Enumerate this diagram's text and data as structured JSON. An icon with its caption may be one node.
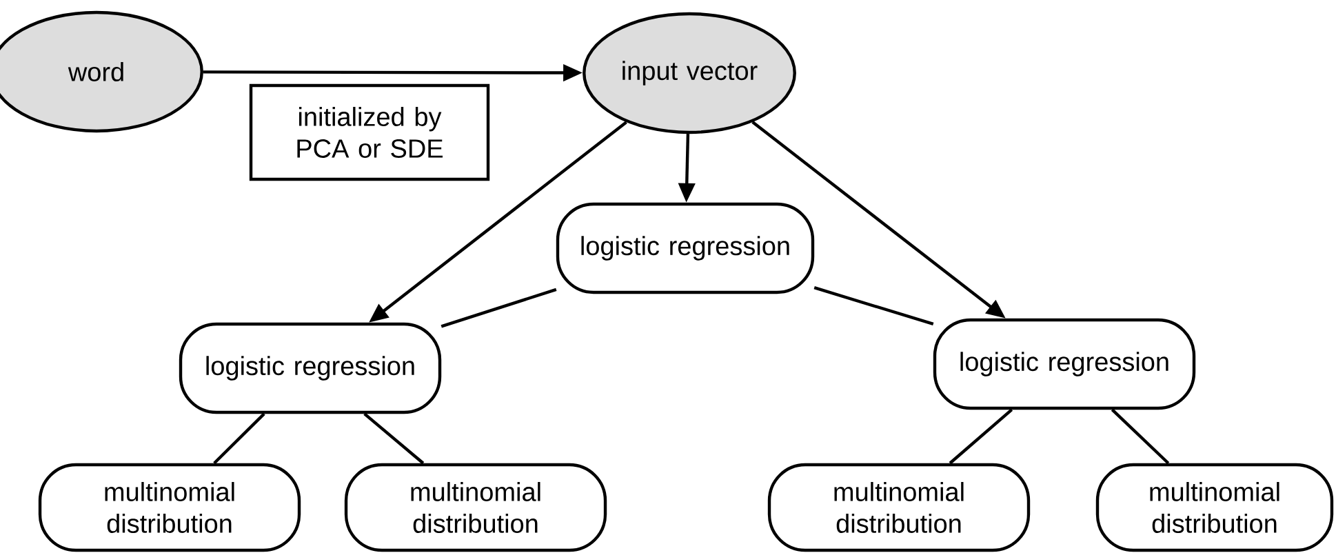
{
  "diagram": {
    "nodes": [
      {
        "text": [
          "word"
        ]
      },
      {
        "text": [
          "input vector"
        ]
      },
      {
        "text": [
          "initialized by PCA or SDE"
        ]
      },
      {
        "text": [
          "logistic regression"
        ]
      },
      {
        "text": [
          "logistic regression"
        ]
      },
      {
        "text": [
          "logistic regression"
        ]
      },
      {
        "text": [
          "multinomial distribution"
        ]
      },
      {
        "text": [
          "multinomial distribution"
        ]
      },
      {
        "text": [
          "multinomial distribution"
        ]
      },
      {
        "text": [
          "multinomial distribution"
        ]
      }
    ],
    "edges": [
      {
        "from": 0,
        "to": 1,
        "arrow": "to"
      },
      {
        "from": 1,
        "to": 3,
        "arrow": "to"
      },
      {
        "from": 1,
        "to": 4,
        "arrow": "to"
      },
      {
        "from": 1,
        "to": 5,
        "arrow": "to"
      },
      {
        "from": 3,
        "to": 4,
        "arrow": "none"
      },
      {
        "from": 3,
        "to": 5,
        "arrow": "none"
      },
      {
        "from": 4,
        "to": 6,
        "arrow": "none"
      },
      {
        "from": 4,
        "to": 7,
        "arrow": "none"
      },
      {
        "from": 5,
        "to": 8,
        "arrow": "none"
      },
      {
        "from": 5,
        "to": 9,
        "arrow": "none"
      }
    ]
  }
}
